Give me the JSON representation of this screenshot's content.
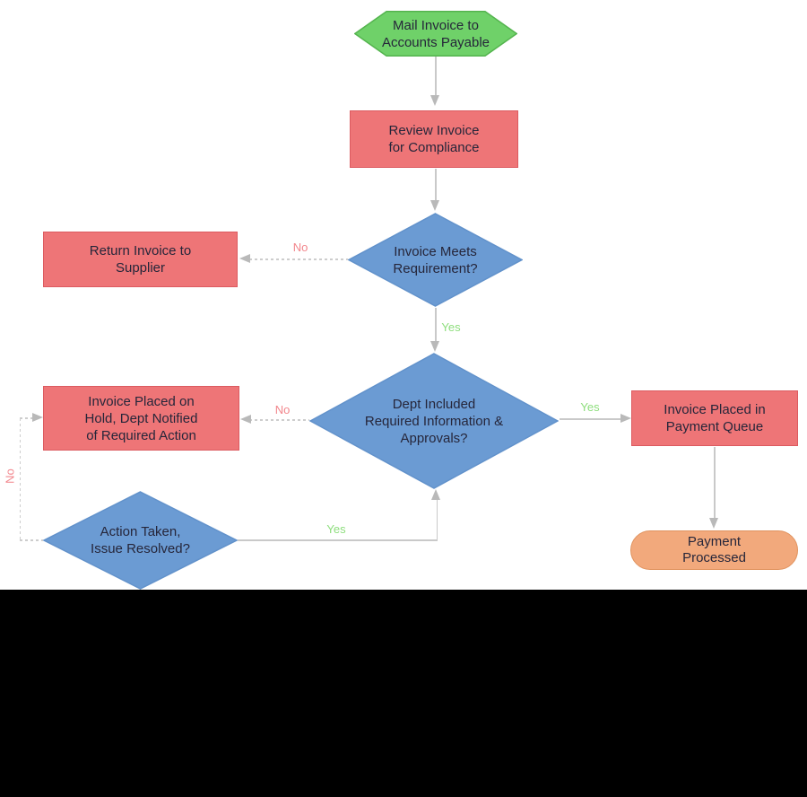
{
  "diagram": {
    "type": "flowchart",
    "background": "#ffffff",
    "bottom_band_color": "#000000",
    "nodes": {
      "start": {
        "label": "Mail Invoice to\nAccounts Payable",
        "shape": "hexagon",
        "fill": "#6fd169",
        "stroke": "#54b44e"
      },
      "review": {
        "label": "Review Invoice\nfor Compliance",
        "shape": "process",
        "fill": "#ee7577",
        "stroke": "#dc5b60"
      },
      "meets_req": {
        "label": "Invoice Meets\nRequirement?",
        "shape": "decision",
        "fill": "#6b9bd3",
        "stroke": "#6292cb"
      },
      "return_supplier": {
        "label": "Return Invoice to\nSupplier",
        "shape": "process",
        "fill": "#ee7577",
        "stroke": "#dc5b60"
      },
      "dept_info": {
        "label": "Dept Included\nRequired Information &\nApprovals?",
        "shape": "decision",
        "fill": "#6b9bd3",
        "stroke": "#6292cb"
      },
      "on_hold": {
        "label": "Invoice Placed on\nHold, Dept Notified\nof Required Action",
        "shape": "process",
        "fill": "#ee7577",
        "stroke": "#dc5b60"
      },
      "payment_queue": {
        "label": "Invoice Placed in\nPayment Queue",
        "shape": "process",
        "fill": "#ee7577",
        "stroke": "#dc5b60"
      },
      "payment_processed": {
        "label": "Payment\nProcessed",
        "shape": "terminator",
        "fill": "#f2a97c",
        "stroke": "#e0935f"
      },
      "action_taken": {
        "label": "Action Taken,\nIssue Resolved?",
        "shape": "decision",
        "fill": "#6b9bd3",
        "stroke": "#6292cb"
      }
    },
    "edges": {
      "meets_no": {
        "label": "No",
        "from": "meets_req",
        "to": "return_supplier",
        "style": "dashed"
      },
      "meets_yes": {
        "label": "Yes",
        "from": "meets_req",
        "to": "dept_info",
        "style": "solid"
      },
      "dept_no": {
        "label": "No",
        "from": "dept_info",
        "to": "on_hold",
        "style": "dashed"
      },
      "dept_yes": {
        "label": "Yes",
        "from": "dept_info",
        "to": "payment_queue",
        "style": "solid"
      },
      "action_yes": {
        "label": "Yes",
        "from": "action_taken",
        "to": "dept_info",
        "style": "solid"
      },
      "action_no": {
        "label": "No",
        "from": "action_taken",
        "to": "on_hold",
        "style": "dashed"
      }
    },
    "colors": {
      "yes_label": "#8ede7d",
      "no_label": "#f2868c",
      "connector": "#c9c9c9",
      "arrowhead": "#b9b9b9",
      "node_text": "#26263a"
    }
  }
}
